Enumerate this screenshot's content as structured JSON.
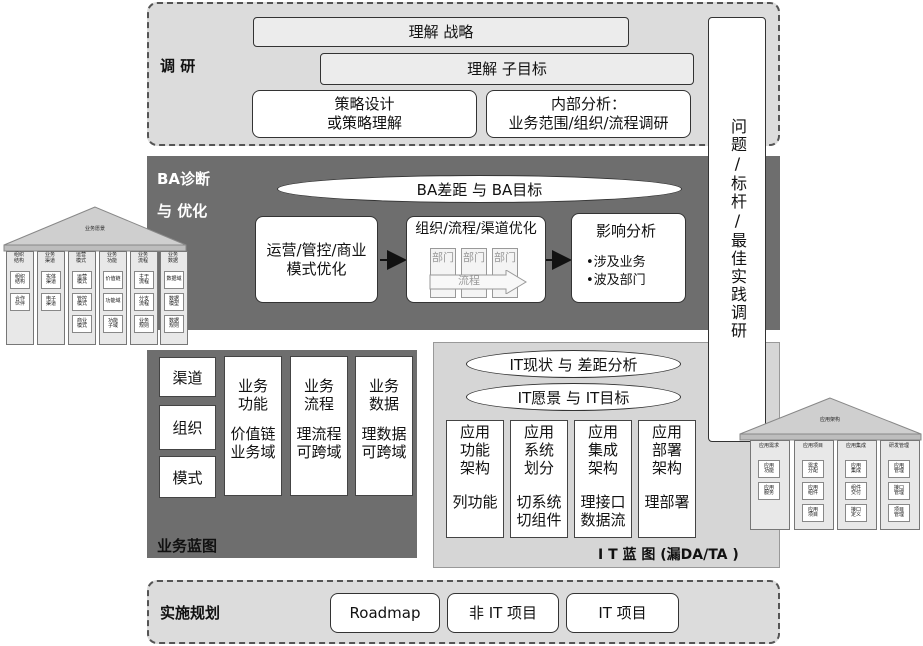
{
  "research": {
    "label": "调 研",
    "understand_strategy": "理解 战略",
    "understand_subgoals": "理解 子目标",
    "strategy_design": "策略设计\n或策略理解",
    "internal_analysis": "内部分析：\n业务范围/组织/流程调研"
  },
  "side_column": {
    "text": "问题/标杆/最佳实践调研"
  },
  "ba": {
    "label_line1": "BA诊断",
    "label_line2": "与 优化",
    "gap_goal": "BA差距 与 BA目标",
    "ops_opt": "运营/管控/商业\n模式优化",
    "org_opt": "组织/流程/渠道优化",
    "dept_labels": [
      "部门",
      "部门",
      "部门"
    ],
    "process_label": "流程",
    "impact_title": "影响分析",
    "impact_items": [
      "•涉及业务",
      "•波及部门"
    ]
  },
  "business_blueprint": {
    "label": "业务蓝图",
    "squares": [
      "渠道",
      "组织",
      "模式"
    ],
    "columns": [
      {
        "top": "业务\n功能",
        "bottom": "价值链\n业务域"
      },
      {
        "top": "业务\n流程",
        "bottom": "理流程\n可跨域"
      },
      {
        "top": "业务\n数据",
        "bottom": "理数据\n可跨域"
      }
    ]
  },
  "it_blueprint": {
    "label": "I T 蓝 图 (漏DA/TA )",
    "status_gap": "IT现状 与 差距分析",
    "vision_goal": "IT愿景 与 IT目标",
    "columns": [
      {
        "top": "应用\n功能\n架构",
        "bottom": "列功能"
      },
      {
        "top": "应用\n系统\n划分",
        "bottom": "切系统\n切组件"
      },
      {
        "top": "应用\n集成\n架构",
        "bottom": "理接口\n数据流"
      },
      {
        "top": "应用\n部署\n架构",
        "bottom": "理部署"
      }
    ]
  },
  "implementation": {
    "label": "实施规划",
    "items": [
      "Roadmap",
      "非 IT 项目",
      "IT 项目"
    ]
  },
  "left_house": {
    "roof": "业务愿景",
    "pillars": [
      {
        "title": "组织\n结构",
        "cells": [
          "组织\n结构",
          "合作\n伙伴"
        ]
      },
      {
        "title": "业务\n渠道",
        "cells": [
          "实体\n渠道",
          "电子\n渠道"
        ]
      },
      {
        "title": "运营\n模式",
        "cells": [
          "运营\n模式",
          "管控\n模式",
          "商业\n模式"
        ]
      },
      {
        "title": "业务\n功能",
        "cells": [
          "价值链",
          "功能域",
          "功能\n子域"
        ]
      },
      {
        "title": "业务\n流程",
        "cells": [
          "主干\n流程",
          "分支\n流程",
          "业务\n规则"
        ]
      },
      {
        "title": "业务\n数据",
        "cells": [
          "数据域",
          "数据\n模型",
          "数据\n规则"
        ]
      }
    ]
  },
  "right_house": {
    "roof": "应用架构",
    "pillars": [
      {
        "title": "应用需求",
        "cells": [
          "应用\n功能",
          "应用\n服务"
        ]
      },
      {
        "title": "应用项目",
        "cells": [
          "需求\n分配",
          "应用\n组件",
          "应用\n项目"
        ]
      },
      {
        "title": "应用集成",
        "cells": [
          "应用\n集成",
          "组件\n交付",
          "接口\n定义"
        ]
      },
      {
        "title": "研发管理",
        "cells": [
          "应用\n管理",
          "接口\n管理",
          "项目\n管理"
        ]
      }
    ]
  }
}
